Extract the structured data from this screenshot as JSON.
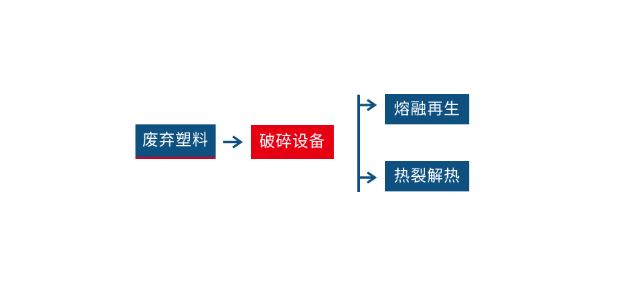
{
  "diagram": {
    "type": "flowchart",
    "background": "#FFFFFF",
    "colors": {
      "node_blue": "#0E5180",
      "node_red": "#E60012",
      "underline_red": "#D5001E",
      "connector_blue": "#0E5180",
      "node_text": "#FFFFFF"
    },
    "nodes": {
      "waste_plastic": {
        "label": "废弃塑料",
        "fill": "#0E5180",
        "underline": "#D5001E"
      },
      "crushing_equipment": {
        "label": "破碎设备",
        "fill": "#E60012"
      },
      "melt_regeneration": {
        "label": "熔融再生",
        "fill": "#0E5180"
      },
      "pyrolysis_heat": {
        "label": "热裂解热",
        "fill": "#0E5180"
      }
    },
    "connectors": {
      "main_arrow": {
        "from": "waste_plastic",
        "to": "crushing_equipment",
        "shape": "right-arrow"
      },
      "branch_line": {
        "shape": "vertical-line"
      },
      "branch_arrow_top": {
        "to": "melt_regeneration",
        "shape": "right-arrow"
      },
      "branch_arrow_bottom": {
        "to": "pyrolysis_heat",
        "shape": "right-arrow"
      }
    }
  }
}
